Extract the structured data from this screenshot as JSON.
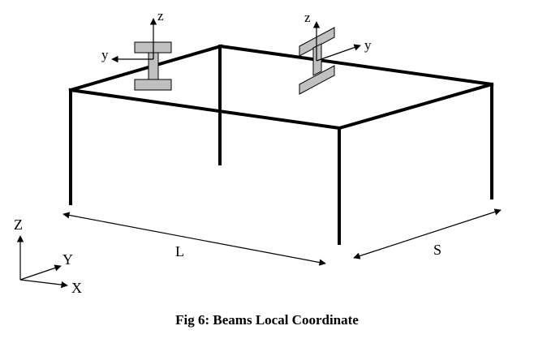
{
  "labels": {
    "beam_left_z": "z",
    "beam_left_y": "y",
    "beam_right_z": "z",
    "beam_right_y": "y",
    "global_z": "Z",
    "global_y": "Y",
    "global_x": "X",
    "dim_length": "L",
    "dim_span": "S"
  },
  "caption": "Fig 6: Beams Local Coordinate",
  "colors": {
    "line": "#000000",
    "section_fill": "#c0c0c0"
  }
}
